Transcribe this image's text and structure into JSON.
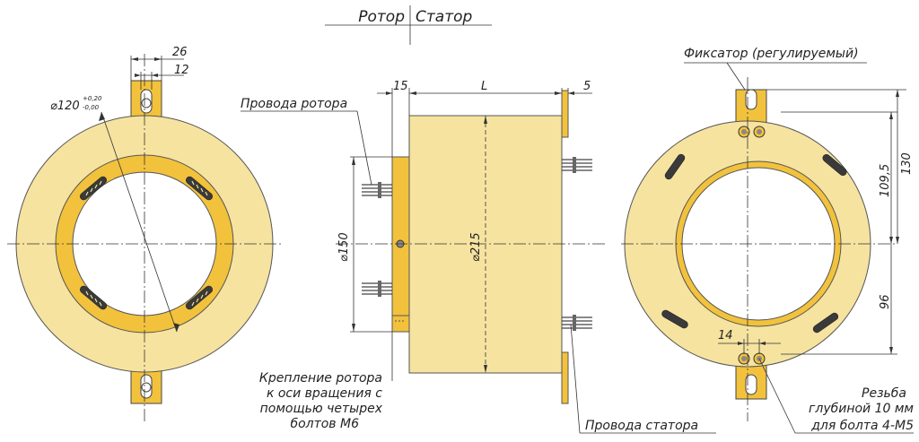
{
  "title": {
    "rotor": "Ротор",
    "stator": "Статор"
  },
  "labels": {
    "rotor_wires": "Провода ротора",
    "stator_wires": "Провода статора",
    "fixator": "Фиксатор (регулируемый)",
    "mount_l1": "Крепление ротора",
    "mount_l2": "к оси вращения с",
    "mount_l3": "помощью четырех",
    "mount_l4": "болтов М6",
    "thread_l1": "Резьба",
    "thread_l2": "глубиной 10 мм",
    "thread_l3": "для болта 4-М5"
  },
  "dims": {
    "d26": "26",
    "d12": "12",
    "d120": "⌀120",
    "tol_plus": "+0,20",
    "tol_minus": "-0,00",
    "d15": "15",
    "dL": "L",
    "d5": "5",
    "d150": "⌀150",
    "d215": "⌀215",
    "d109": "109,5",
    "d130": "130",
    "d96": "96",
    "d14": "14"
  },
  "colors": {
    "body": "#f6e3a0",
    "ring": "#f2c23c",
    "dark_ring": "#e9b52c",
    "line": "#333333"
  }
}
